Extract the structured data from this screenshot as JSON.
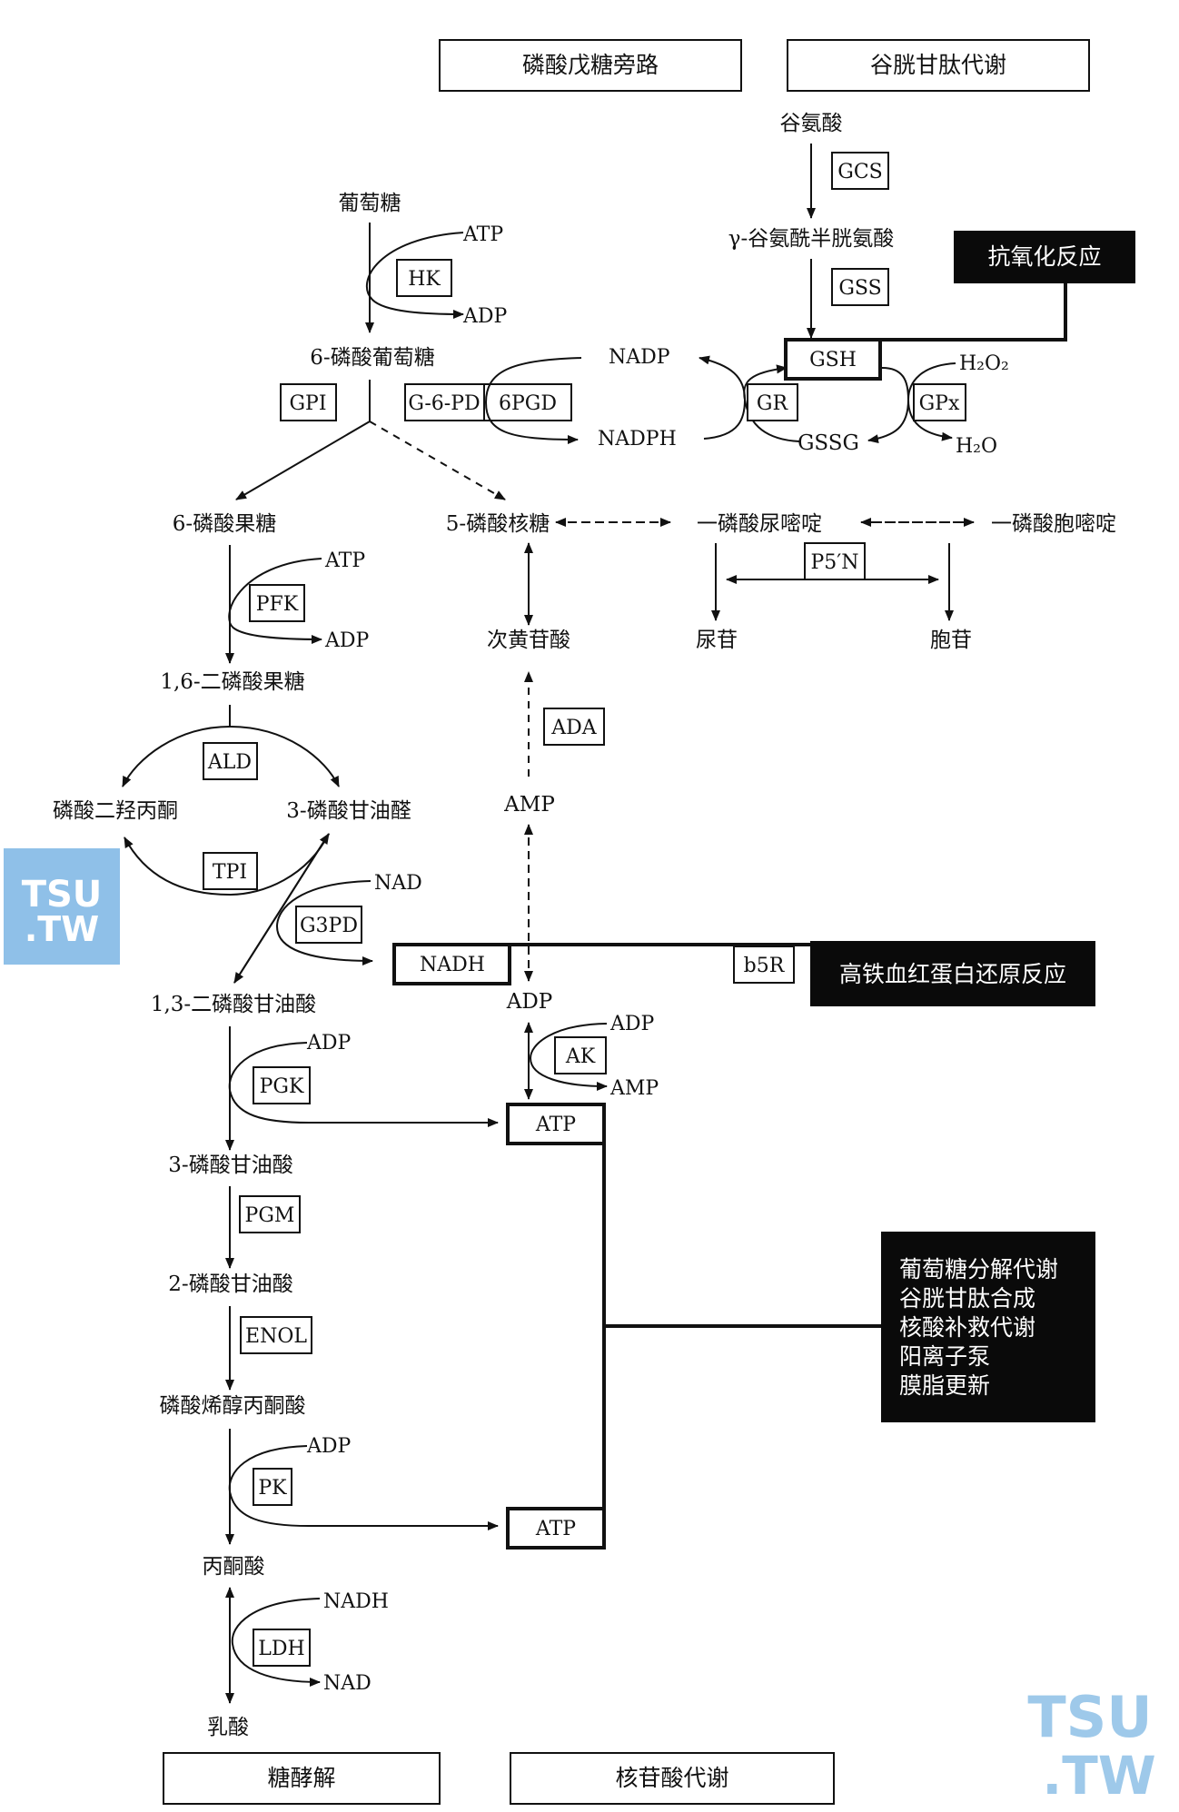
{
  "headers": {
    "ppp": "磷酸戊糖旁路",
    "glutathione": "谷胱甘肽代谢",
    "glycolysis": "糖酵解",
    "nucleotide": "核苷酸代谢"
  },
  "metabolites": {
    "glucose": "葡萄糖",
    "g6p": "6-磷酸葡萄糖",
    "f6p": "6-磷酸果糖",
    "f16bp": "1,6-二磷酸果糖",
    "dhap": "磷酸二羟丙酮",
    "g3p": "3-磷酸甘油醛",
    "bpg13": "1,3-二磷酸甘油酸",
    "pg3": "3-磷酸甘油酸",
    "pg2": "2-磷酸甘油酸",
    "pep": "磷酸烯醇丙酮酸",
    "pyruvate": "丙酮酸",
    "lactate": "乳酸",
    "r5p": "5-磷酸核糖",
    "imp": "次黄苷酸",
    "ump": "一磷酸尿嘧啶",
    "cmp": "一磷酸胞嘧啶",
    "uridine": "尿苷",
    "cytidine": "胞苷",
    "glutamate": "谷氨酸",
    "gglucys": "γ-谷氨酰半胱氨酸",
    "gssg": "GSSG",
    "h2o2": "H₂O₂",
    "h2o": "H₂O",
    "nadp": "NADP",
    "nadph": "NADPH",
    "atp": "ATP",
    "adp": "ADP",
    "amp": "AMP",
    "nad": "NAD",
    "nadh": "NADH"
  },
  "enzymes": {
    "hk": "HK",
    "gpi": "GPI",
    "g6pd": "G-6-PD",
    "pgd6": "6PGD",
    "pfk": "PFK",
    "ald": "ALD",
    "tpi": "TPI",
    "g3pd": "G3PD",
    "pgk": "PGK",
    "pgm": "PGM",
    "enol": "ENOL",
    "pk": "PK",
    "ldh": "LDH",
    "gcs": "GCS",
    "gss": "GSS",
    "gr": "GR",
    "gpx": "GPx",
    "p5n": "P5′N",
    "ada": "ADA",
    "ak": "AK",
    "b5r": "b5R"
  },
  "hubs": {
    "gsh": "GSH",
    "nadh": "NADH",
    "atp1": "ATP",
    "atp2": "ATP"
  },
  "black_boxes": {
    "antioxidant": "抗氧化反应",
    "methb": "高铁血红蛋白还原反应",
    "functions": [
      "葡萄糖分解代谢",
      "谷胱甘肽合成",
      "核酸补救代谢",
      "阳离子泵",
      "膜脂更新"
    ]
  },
  "watermark": {
    "line1": "TSU",
    "line2": ".TW"
  }
}
